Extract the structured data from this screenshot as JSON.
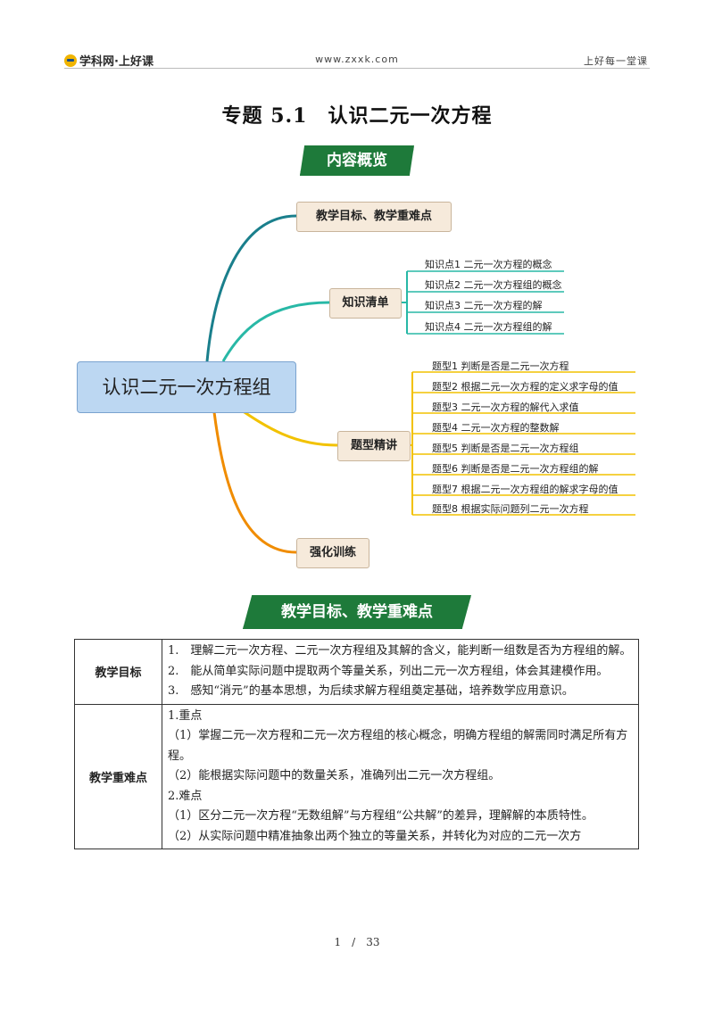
{
  "header": {
    "logo_text": "学科网·上好课",
    "site": "www.zxxk.com",
    "slogan": "上好每一堂课"
  },
  "title": "专题 5.1　认识二元一次方程",
  "overview_banner": "内容概览",
  "mindmap": {
    "center": "认识二元一次方程组",
    "branches": [
      {
        "label": "教学目标、教学重难点",
        "color": "#1a7f8c",
        "leaves": []
      },
      {
        "label": "知识清单",
        "color": "#28b8a6",
        "leaves": [
          "知识点1 二元一次方程的概念",
          "知识点2 二元一次方程组的概念",
          "知识点3 二元一次方程的解",
          "知识点4 二元一次方程组的解"
        ]
      },
      {
        "label": "题型精讲",
        "color": "#f2c200",
        "leaves": [
          "题型1 判断是否是二元一次方程",
          "题型2 根据二元一次方程的定义求字母的值",
          "题型3 二元一次方程的解代入求值",
          "题型4 二元一次方程的整数解",
          "题型5 判断是否是二元一次方程组",
          "题型6 判断是否是二元一次方程组的解",
          "题型7 根据二元一次方程组的解求字母的值",
          "题型8 根据实际问题列二元一次方程"
        ]
      },
      {
        "label": "强化训练",
        "color": "#f08c00",
        "leaves": []
      }
    ]
  },
  "goals_banner": "教学目标、教学重难点",
  "table": {
    "goal_label": "教学目标",
    "goal_lines": [
      "1.　理解二元一次方程、二元一次方程组及其解的含义，能判断一组数是否为方程组的解。",
      "2.　能从简单实际问题中提取两个等量关系，列出二元一次方程组，体会其建模作用。",
      "3.　感知“消元”的基本思想，为后续求解方程组奠定基础，培养数学应用意识。"
    ],
    "key_label": "教学重难点",
    "key_lines": [
      "1.重点",
      "（1）掌握二元一次方程和二元一次方程组的核心概念，明确方程组的解需同时满足所有方程。",
      "（2）能根据实际问题中的数量关系，准确列出二元一次方程组。",
      "2.难点",
      "（1）区分二元一次方程“无数组解”与方程组“公共解”的差异，理解解的本质特性。",
      "（2）从实际问题中精准抽象出两个独立的等量关系，并转化为对应的二元一次方"
    ]
  },
  "footer": "1　/　33"
}
